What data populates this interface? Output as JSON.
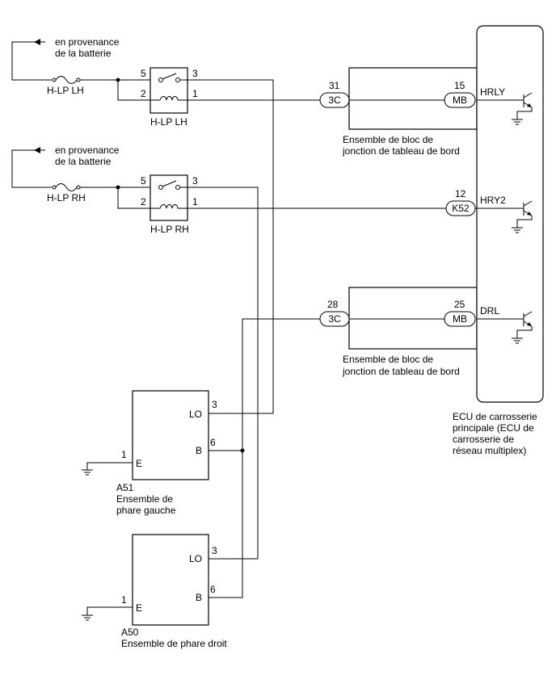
{
  "battery_notes": {
    "top": {
      "line1": "en provenance",
      "line2": "de la batterie"
    },
    "bottom": {
      "line1": "en provenance",
      "line2": "de la batterie"
    }
  },
  "fuses": {
    "lh": "H-LP LH",
    "rh": "H-LP RH"
  },
  "relays": {
    "lh": {
      "label": "H-LP LH",
      "pins": {
        "p5": "5",
        "p3": "3",
        "p2": "2",
        "p1": "1"
      }
    },
    "rh": {
      "label": "H-LP RH",
      "pins": {
        "p5": "5",
        "p3": "3",
        "p2": "2",
        "p1": "1"
      }
    }
  },
  "junction_blocks": {
    "upper": {
      "line1": "Ensemble de bloc de",
      "line2": "jonction de tableau de bord",
      "in_pin": "31",
      "in_conn": "3C",
      "out_pin": "15",
      "out_conn": "MB"
    },
    "lower": {
      "line1": "Ensemble de bloc de",
      "line2": "jonction de tableau de bord",
      "in_pin": "28",
      "in_conn": "3C",
      "out_pin": "25",
      "out_conn": "MB"
    }
  },
  "k52": {
    "pin": "12",
    "conn": "K52"
  },
  "ecu": {
    "line1": "ECU de carrosserie",
    "line2": "principale (ECU de",
    "line3": "carrosserie de",
    "line4": "réseau multiplex)",
    "signals": {
      "hrly": "HRLY",
      "hry2": "HRY2",
      "drl": "DRL"
    }
  },
  "headlights": {
    "a51": {
      "code": "A51",
      "name_line1": "Ensemble de",
      "name_line2": "phare gauche",
      "lo_label": "LO",
      "lo_pin": "3",
      "b_label": "B",
      "b_pin": "6",
      "e_label": "E",
      "e_pin": "1"
    },
    "a50": {
      "code": "A50",
      "name_line1": "Ensemble de phare droit",
      "lo_label": "LO",
      "lo_pin": "3",
      "b_label": "B",
      "b_pin": "6",
      "e_label": "E",
      "e_pin": "1"
    }
  }
}
